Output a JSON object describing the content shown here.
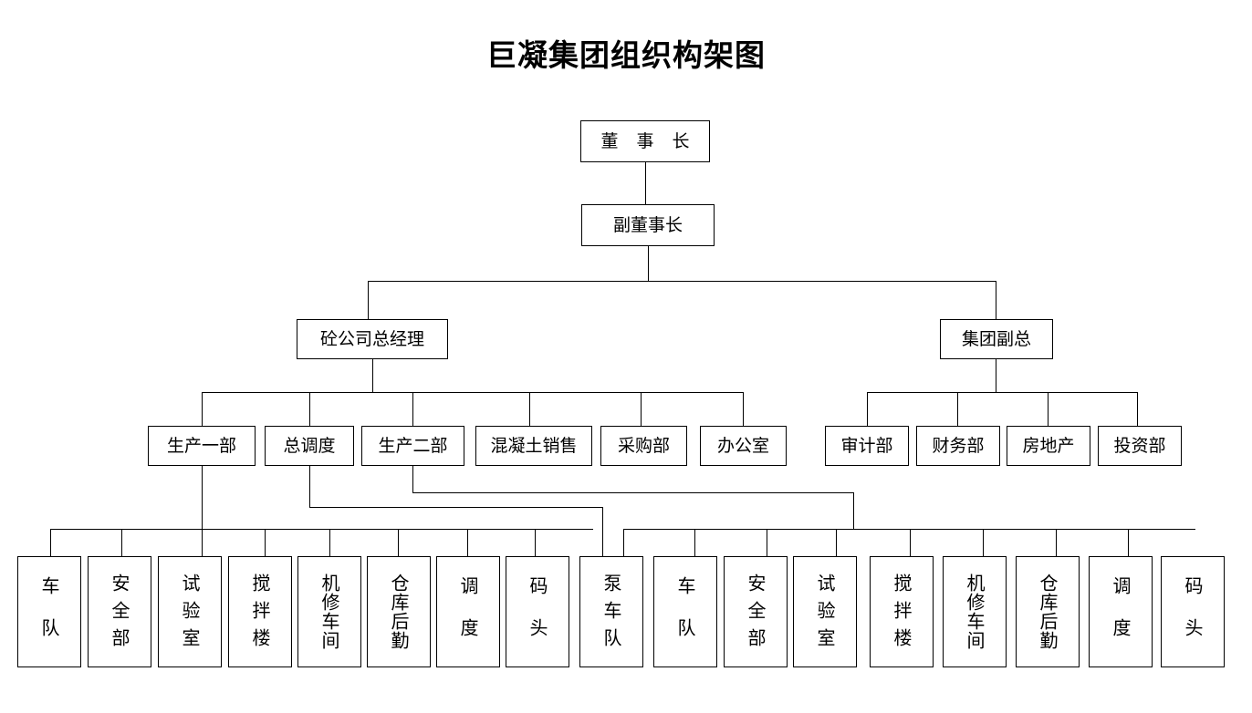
{
  "chart_data": {
    "type": "diagram",
    "diagram_kind": "organization-chart",
    "title": "巨凝集团组织构架图",
    "orientation": "top-down",
    "levels": 5,
    "node_count": 31,
    "nodes": [
      {
        "id": "chairman",
        "label": "董 事 长",
        "level": 1,
        "parent": null
      },
      {
        "id": "vice-chairman",
        "label": "副董事长",
        "level": 2,
        "parent": "chairman"
      },
      {
        "id": "concrete-gm",
        "label": "砼公司总经理",
        "level": 3,
        "parent": "vice-chairman"
      },
      {
        "id": "group-vp",
        "label": "集团副总",
        "level": 3,
        "parent": "vice-chairman"
      },
      {
        "id": "prod-dept-1",
        "label": "生产一部",
        "level": 4,
        "parent": "concrete-gm"
      },
      {
        "id": "chief-dispatch",
        "label": "总调度",
        "level": 4,
        "parent": "concrete-gm"
      },
      {
        "id": "prod-dept-2",
        "label": "生产二部",
        "level": 4,
        "parent": "concrete-gm"
      },
      {
        "id": "concrete-sales",
        "label": "混凝土销售",
        "level": 4,
        "parent": "concrete-gm"
      },
      {
        "id": "purchasing",
        "label": "采购部",
        "level": 4,
        "parent": "concrete-gm"
      },
      {
        "id": "office",
        "label": "办公室",
        "level": 4,
        "parent": "concrete-gm"
      },
      {
        "id": "audit",
        "label": "审计部",
        "level": 4,
        "parent": "group-vp"
      },
      {
        "id": "finance",
        "label": "财务部",
        "level": 4,
        "parent": "group-vp"
      },
      {
        "id": "real-estate",
        "label": "房地产",
        "level": 4,
        "parent": "group-vp"
      },
      {
        "id": "investment",
        "label": "投资部",
        "level": 4,
        "parent": "group-vp"
      },
      {
        "id": "l-fleet",
        "label": "车队",
        "level": 5,
        "parent": "prod-dept-1"
      },
      {
        "id": "l-safety",
        "label": "安全部",
        "level": 5,
        "parent": "prod-dept-1"
      },
      {
        "id": "l-lab",
        "label": "试验室",
        "level": 5,
        "parent": "prod-dept-1"
      },
      {
        "id": "l-mixing",
        "label": "搅拌楼",
        "level": 5,
        "parent": "prod-dept-1"
      },
      {
        "id": "l-repair",
        "label": "机修车间",
        "level": 5,
        "parent": "prod-dept-1"
      },
      {
        "id": "l-warehouse",
        "label": "仓库后勤",
        "level": 5,
        "parent": "prod-dept-1"
      },
      {
        "id": "l-dispatch",
        "label": "调度",
        "level": 5,
        "parent": "prod-dept-1"
      },
      {
        "id": "l-wharf",
        "label": "码头",
        "level": 5,
        "parent": "prod-dept-1"
      },
      {
        "id": "pump-fleet",
        "label": "泵车队",
        "level": 5,
        "parent": "chief-dispatch"
      },
      {
        "id": "r-fleet",
        "label": "车队",
        "level": 5,
        "parent": "prod-dept-2"
      },
      {
        "id": "r-safety",
        "label": "安全部",
        "level": 5,
        "parent": "prod-dept-2"
      },
      {
        "id": "r-lab",
        "label": "试验室",
        "level": 5,
        "parent": "prod-dept-2"
      },
      {
        "id": "r-mixing",
        "label": "搅拌楼",
        "level": 5,
        "parent": "prod-dept-2"
      },
      {
        "id": "r-repair",
        "label": "机修车间",
        "level": 5,
        "parent": "prod-dept-2"
      },
      {
        "id": "r-warehouse",
        "label": "仓库后勤",
        "level": 5,
        "parent": "prod-dept-2"
      },
      {
        "id": "r-dispatch",
        "label": "调度",
        "level": 5,
        "parent": "prod-dept-2"
      },
      {
        "id": "r-wharf",
        "label": "码头",
        "level": 5,
        "parent": "prod-dept-2"
      }
    ],
    "colors": {
      "background": "#ffffff",
      "box_border": "#000000",
      "box_fill": "#ffffff",
      "connector": "#000000",
      "text": "#000000"
    }
  },
  "title": "巨凝集团组织构架图",
  "level1": {
    "chairman": "董 事 长"
  },
  "level2": {
    "vice_chairman": "副董事长"
  },
  "level3": {
    "concrete_gm": "砼公司总经理",
    "group_vp": "集团副总"
  },
  "level4": {
    "left": [
      {
        "label": "生产一部"
      },
      {
        "label": "总调度"
      },
      {
        "label": "生产二部"
      },
      {
        "label": "混凝土销售"
      },
      {
        "label": "采购部"
      },
      {
        "label": "办公室"
      }
    ],
    "right": [
      {
        "label": "审计部"
      },
      {
        "label": "财务部"
      },
      {
        "label": "房地产"
      },
      {
        "label": "投资部"
      }
    ]
  },
  "level5": {
    "left_group": [
      {
        "label": "车队"
      },
      {
        "label": "安全部"
      },
      {
        "label": "试验室"
      },
      {
        "label": "搅拌楼"
      },
      {
        "label": "机修车间"
      },
      {
        "label": "仓库后勤"
      },
      {
        "label": "调度"
      },
      {
        "label": "码头"
      }
    ],
    "pump": {
      "label": "泵车队"
    },
    "right_group": [
      {
        "label": "车队"
      },
      {
        "label": "安全部"
      },
      {
        "label": "试验室"
      },
      {
        "label": "搅拌楼"
      },
      {
        "label": "机修车间"
      },
      {
        "label": "仓库后勤"
      },
      {
        "label": "调度"
      },
      {
        "label": "码头"
      }
    ]
  }
}
